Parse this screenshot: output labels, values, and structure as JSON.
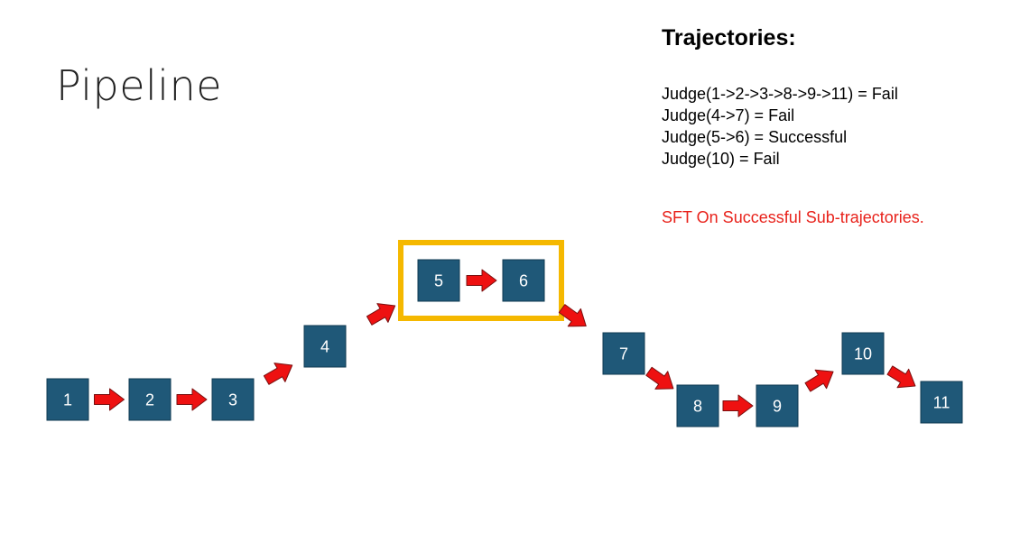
{
  "title": "Pipeline",
  "trajectories": {
    "heading": "Trajectories:",
    "lines": [
      "Judge(1->2->3->8->9->11) = Fail",
      "Judge(4->7) = Fail",
      "Judge(5->6) = Successful",
      "Judge(10) = Fail"
    ],
    "note": "SFT On Successful Sub-trajectories."
  },
  "diagram": {
    "nodes": [
      "1",
      "2",
      "3",
      "4",
      "5",
      "6",
      "7",
      "8",
      "9",
      "10",
      "11"
    ],
    "edges": [
      [
        "1",
        "2"
      ],
      [
        "2",
        "3"
      ],
      [
        "3",
        "4"
      ],
      [
        "4",
        "5"
      ],
      [
        "5",
        "6"
      ],
      [
        "6",
        "7"
      ],
      [
        "7",
        "8"
      ],
      [
        "8",
        "9"
      ],
      [
        "9",
        "10"
      ],
      [
        "10",
        "11"
      ]
    ],
    "highlighted_nodes": [
      "5",
      "6"
    ],
    "colors": {
      "node_fill": "#1f5878",
      "node_stroke": "#0f3a52",
      "arrow_fill": "#ee1111",
      "arrow_stroke": "#7a1010",
      "highlight_stroke": "#f5b800",
      "note": "#e8221b"
    }
  }
}
